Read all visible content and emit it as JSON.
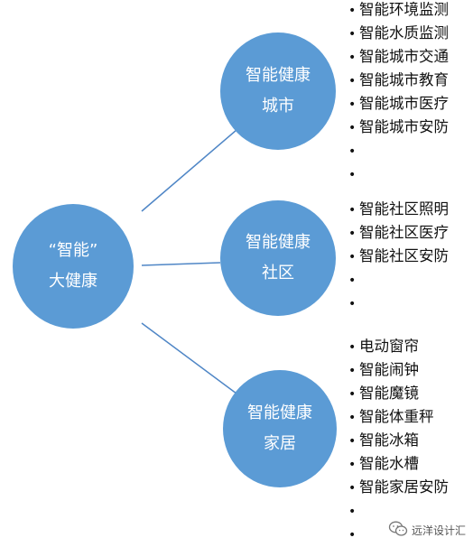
{
  "root": {
    "line1": "“智能”",
    "line2": "大健康"
  },
  "branches": [
    {
      "line1": "智能健康",
      "line2": "城市",
      "items": [
        "智能环境监测",
        "智能水质监测",
        "智能城市交通",
        "智能城市教育",
        "智能城市医疗",
        "智能城市安防",
        "",
        ""
      ]
    },
    {
      "line1": "智能健康",
      "line2": "社区",
      "items": [
        "智能社区照明",
        "智能社区医疗",
        "智能社区安防",
        "",
        ""
      ]
    },
    {
      "line1": "智能健康",
      "line2": "家居",
      "items": [
        "电动窗帘",
        "智能闹钟",
        "智能魔镜",
        "智能体重秤",
        "智能冰箱",
        "智能水槽",
        "智能家居安防",
        "",
        ""
      ]
    }
  ],
  "bullet": "•",
  "watermark": {
    "text": "远洋设计汇",
    "icon": "wechat-icon"
  },
  "colors": {
    "node_fill": "#5b9bd5",
    "connector": "#4f86c6"
  }
}
